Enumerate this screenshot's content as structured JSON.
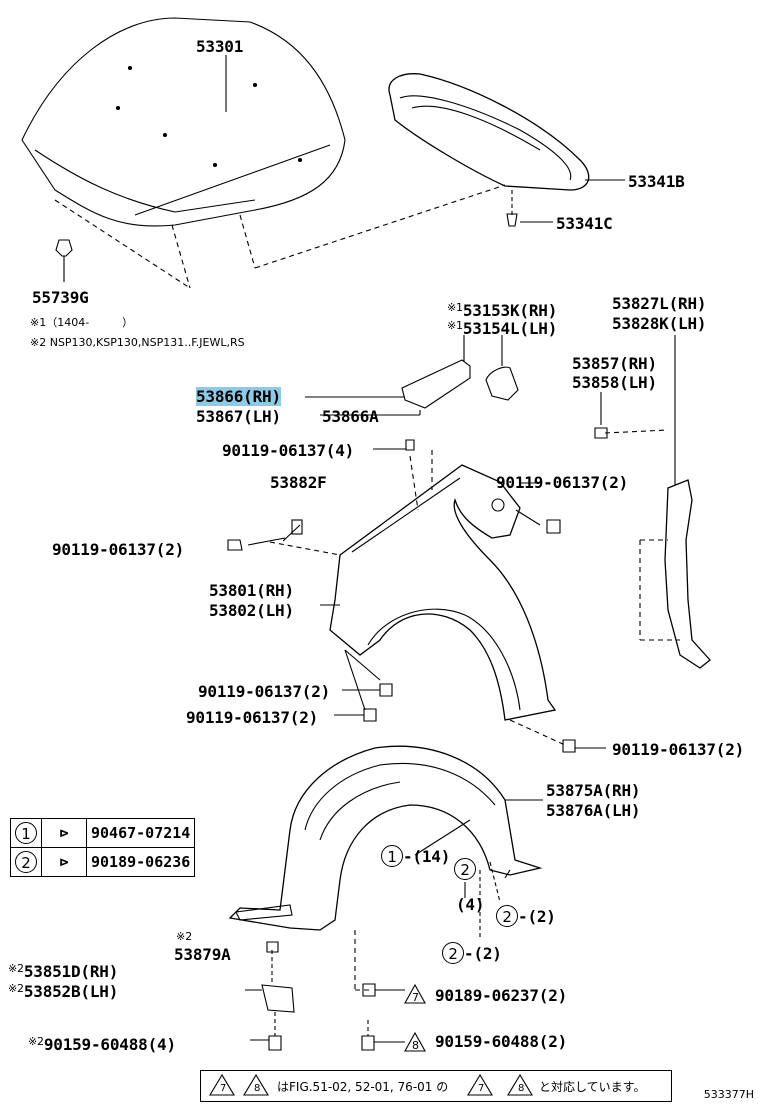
{
  "labels": {
    "hood": "53301",
    "hood_insulator": "53341B",
    "insulator_retainer": "53341C",
    "hood_cushion": "55739G",
    "fender_seal_rh": "53153K(RH)",
    "fender_seal_lh": "53154L(LH)",
    "fender_protector_rh": "53827L(RH)",
    "fender_protector_lh": "53828K(LH)",
    "seal_rh": "53857(RH)",
    "seal_lh": "53858(LH)",
    "bracket_rh": "53866(RH)",
    "bracket_lh": "53867(LH)",
    "bracket_sub": "53866A",
    "bolt_1": "90119-06137(4)",
    "bolt_2": "90119-06137(2)",
    "fender_bracket": "53882F",
    "bolt_3": "90119-06137(2)",
    "fender_rh": "53801(RH)",
    "fender_lh": "53802(LH)",
    "bolt_4": "90119-06137(2)",
    "bolt_5": "90119-06137(2)",
    "bolt_6": "90119-06137(2)",
    "liner_rh": "53875A(RH)",
    "liner_lh": "53876A(LH)",
    "clip_qty_14": "(14)",
    "clip_qty_4": "(4)",
    "clip_qty_2a": "(2)",
    "clip_qty_2b": "(2)",
    "mud_guard": "53879A",
    "splash_rh": "53851D(RH)",
    "splash_lh": "53852B(LH)",
    "screw_a": "90189-06237(2)",
    "screw_b": "90159-60488(4)",
    "screw_c": "90159-60488(2)"
  },
  "marks": {
    "m1": "※1",
    "m2": "※2",
    "tri7": "7",
    "tri8": "8",
    "c1": "1",
    "c2": "2"
  },
  "notes": {
    "note1": "※1（1404-　　　）",
    "note2": "※2 NSP130,KSP130,NSP131..F.JEWL,RS"
  },
  "legend": [
    {
      "num": "1",
      "part": "90467-07214"
    },
    {
      "num": "2",
      "part": "90189-06236"
    }
  ],
  "footer": {
    "text": "はFIG.51-02, 52-01, 76-01 の",
    "text2": "と対応しています。",
    "code": "533377H"
  }
}
